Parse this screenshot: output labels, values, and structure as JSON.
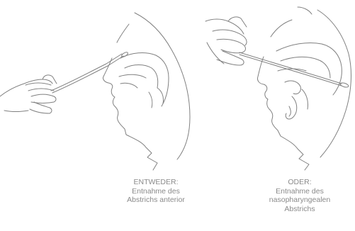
{
  "left_panel": {
    "keyword": "ENTWEDER:",
    "line1": "Entnahme des",
    "line2": "Abstrichs anterior"
  },
  "right_panel": {
    "keyword": "ODER:",
    "line1": "Entnahme des",
    "line2": "nasopharyngealen",
    "line3": "Abstrichs"
  },
  "colors": {
    "stroke": "#808080",
    "caption": "#8a8a8a",
    "background": "#ffffff"
  }
}
